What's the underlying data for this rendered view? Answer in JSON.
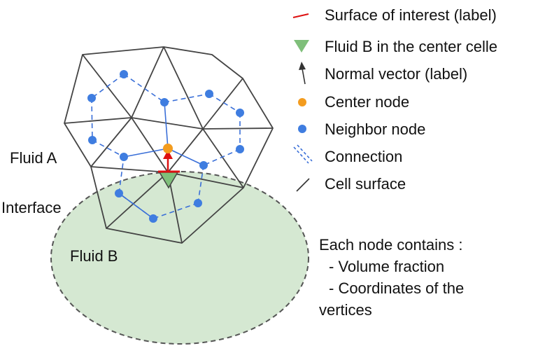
{
  "labels": {
    "fluid_a": "Fluid A",
    "interface": "Interface",
    "fluid_b": "Fluid B"
  },
  "legend": [
    {
      "icon": "red-line-icon",
      "label": "Surface of interest (label)"
    },
    {
      "icon": "green-triangle-icon",
      "label": "Fluid B in the center celle"
    },
    {
      "icon": "arrow-icon",
      "label": "Normal vector (label)"
    },
    {
      "icon": "orange-dot-icon",
      "label": "Center node"
    },
    {
      "icon": "blue-dot-icon",
      "label": "Neighbor node"
    },
    {
      "icon": "dashed-double-line-icon",
      "label": "Connection"
    },
    {
      "icon": "black-line-icon",
      "label": "Cell surface"
    }
  ],
  "note": {
    "heading": "Each node contains :",
    "items": [
      "- Volume fraction",
      "- Coordinates of the",
      "vertices"
    ]
  },
  "colors": {
    "mesh": "#444444",
    "connection": "#3a6fd8",
    "node": "#3f7de0",
    "center_node": "#f39c1f",
    "surface": "#dd1111",
    "fluid_b_region": "#d5e8d2",
    "triangle": "#7fbf7a",
    "arrow": "#333333"
  }
}
